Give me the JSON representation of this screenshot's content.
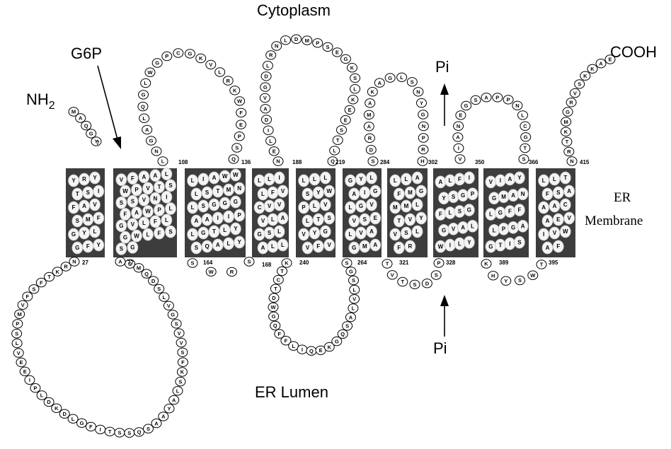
{
  "labels": {
    "cytoplasm": "Cytoplasm",
    "er_lumen": "ER Lumen",
    "er": "ER",
    "membrane": "Membrane",
    "nh2": "NH",
    "nh2_sub": "2",
    "cooh": "COOH",
    "g6p": "G6P",
    "pi_top": "Pi",
    "pi_bottom": "Pi"
  },
  "segments": [
    {
      "name": "n-terminus",
      "residues": [
        "M",
        "A",
        "Q",
        "G",
        "Y"
      ]
    },
    {
      "name": "loop-cyto-1",
      "residues": [
        "L",
        "N",
        "G",
        "A",
        "L",
        "Q",
        "G",
        "L",
        "W",
        "G",
        "P",
        "C",
        "G",
        "K",
        "V",
        "L",
        "R",
        "K",
        "W",
        "F",
        "E",
        "P",
        "S",
        "Q"
      ]
    },
    {
      "name": "loop-cyto-2",
      "residues": [
        "N",
        "E",
        "L",
        "I",
        "D",
        "A",
        "V",
        "G",
        "D",
        "L",
        "R",
        "N",
        "L",
        "D",
        "M",
        "P",
        "S",
        "E",
        "G",
        "K",
        "S",
        "L",
        "K",
        "E",
        "E",
        "S",
        "T",
        "L",
        "Q"
      ]
    },
    {
      "name": "loop-cyto-3",
      "residues": [
        "S",
        "D",
        "R",
        "A",
        "M",
        "A",
        "K",
        "A",
        "G",
        "L",
        "S",
        "N",
        "Y",
        "G",
        "N",
        "P",
        "R",
        "H"
      ]
    },
    {
      "name": "loop-cyto-4",
      "residues": [
        "V",
        "I",
        "A",
        "N",
        "E",
        "G",
        "S",
        "A",
        "P",
        "P",
        "N",
        "L",
        "C",
        "G",
        "T",
        "S"
      ]
    },
    {
      "name": "c-terminus",
      "residues": [
        "N",
        "R",
        "T",
        "K",
        "M",
        "G",
        "R",
        "V",
        "S",
        "K",
        "K",
        "A",
        "E"
      ]
    },
    {
      "name": "loop-lumen-1",
      "residues": [
        "N",
        "R",
        "K",
        "T",
        "F",
        "S",
        "F",
        "V",
        "M",
        "P",
        "S",
        "L",
        "V",
        "E",
        "E",
        "I",
        "P",
        "L",
        "D",
        "K",
        "D",
        "L",
        "G",
        "F",
        "I",
        "T",
        "S",
        "S",
        "Q",
        "S",
        "A",
        "A",
        "Y",
        "A",
        "L",
        "S",
        "K",
        "F",
        "S",
        "V",
        "V",
        "S",
        "G",
        "V",
        "L",
        "S",
        "D",
        "Q",
        "M",
        "S",
        "A"
      ]
    },
    {
      "name": "loop-lumen-2",
      "residues": [
        "S",
        "W",
        "R",
        "S"
      ]
    },
    {
      "name": "loop-lumen-3",
      "residues": [
        "K",
        "T",
        "C",
        "T",
        "D",
        "W",
        "G",
        "Q",
        "F",
        "F",
        "L",
        "I",
        "Q",
        "E",
        "K",
        "G",
        "Q",
        "S",
        "A",
        "L",
        "V",
        "L",
        "S",
        "G",
        "S"
      ]
    },
    {
      "name": "loop-lumen-4",
      "residues": [
        "T",
        "V",
        "T",
        "S",
        "D",
        "S",
        "P"
      ]
    },
    {
      "name": "loop-lumen-5",
      "residues": [
        "K",
        "H",
        "Y",
        "S",
        "W",
        "T"
      ]
    }
  ],
  "helices": [
    {
      "name": "tm-helix-1",
      "residues": [
        "Y",
        "R",
        "Y",
        "T",
        "S",
        "I",
        "F",
        "A",
        "V",
        "S",
        "M",
        "F",
        "G",
        "Y",
        "L",
        "G",
        "F",
        "Y"
      ]
    },
    {
      "name": "tm-helix-2",
      "residues": [
        "V",
        "F",
        "A",
        "A",
        "L",
        "W",
        "P",
        "V",
        "T",
        "S",
        "S",
        "S",
        "V",
        "N",
        "I",
        "F",
        "A",
        "W",
        "P",
        "L",
        "G",
        "V",
        "L",
        "F",
        "L",
        "G",
        "W",
        "L",
        "F",
        "S",
        "S",
        "G"
      ]
    },
    {
      "name": "tm-helix-3",
      "residues": [
        "L",
        "I",
        "A",
        "W",
        "W",
        "L",
        "S",
        "T",
        "M",
        "N",
        "L",
        "S",
        "G",
        "G",
        "G",
        "A",
        "A",
        "I",
        "I",
        "P",
        "L",
        "G",
        "T",
        "L",
        "Y",
        "S",
        "Q",
        "A",
        "L",
        "Y"
      ]
    },
    {
      "name": "tm-helix-4",
      "residues": [
        "L",
        "L",
        "I",
        "L",
        "F",
        "V",
        "C",
        "V",
        "V",
        "V",
        "L",
        "A",
        "G",
        "S",
        "L",
        "A",
        "L",
        "L"
      ]
    },
    {
      "name": "tm-helix-5",
      "residues": [
        "L",
        "L",
        "L",
        "S",
        "Y",
        "W",
        "P",
        "L",
        "V",
        "L",
        "T",
        "S",
        "V",
        "Y",
        "G",
        "V",
        "F",
        "V"
      ]
    },
    {
      "name": "tm-helix-6",
      "residues": [
        "G",
        "Y",
        "L",
        "A",
        "I",
        "G",
        "L",
        "G",
        "V",
        "V",
        "S",
        "E",
        "L",
        "V",
        "A",
        "G",
        "M",
        "A"
      ]
    },
    {
      "name": "tm-helix-7",
      "residues": [
        "L",
        "L",
        "A",
        "F",
        "M",
        "G",
        "M",
        "M",
        "L",
        "T",
        "V",
        "Y",
        "V",
        "S",
        "L",
        "F",
        "R"
      ]
    },
    {
      "name": "tm-helix-8",
      "residues": [
        "A",
        "L",
        "F",
        "I",
        "Y",
        "S",
        "G",
        "P",
        "F",
        "L",
        "S",
        "G",
        "G",
        "V",
        "A",
        "L",
        "W",
        "I",
        "L",
        "Y"
      ]
    },
    {
      "name": "tm-helix-9",
      "residues": [
        "V",
        "I",
        "A",
        "Y",
        "G",
        "M",
        "A",
        "N",
        "L",
        "G",
        "F",
        "F",
        "L",
        "P",
        "G",
        "A",
        "G",
        "T",
        "I",
        "S"
      ]
    },
    {
      "name": "tm-helix-10",
      "residues": [
        "L",
        "L",
        "T",
        "F",
        "S",
        "A",
        "A",
        "A",
        "C",
        "A",
        "E",
        "V",
        "I",
        "V",
        "W",
        "A",
        "F"
      ]
    }
  ],
  "positions": [
    "7",
    "108",
    "136",
    "188",
    "219",
    "284",
    "302",
    "350",
    "366",
    "415",
    "27",
    "77",
    "164",
    "168",
    "240",
    "264",
    "321",
    "328",
    "389",
    "395"
  ]
}
